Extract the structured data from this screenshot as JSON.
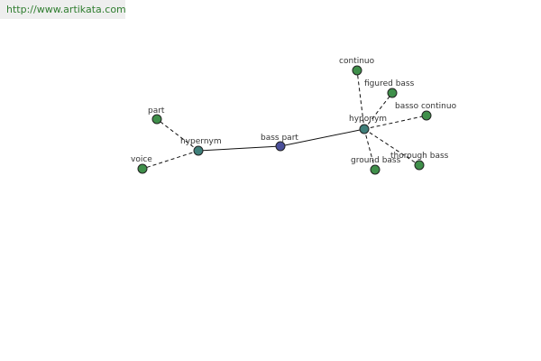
{
  "header": {
    "url": "http://www.artikata.com"
  },
  "colors": {
    "center_node": "#4a4f9a",
    "category_node": "#3f7f7a",
    "leaf_node": "#3f8f4a",
    "edge": "#111111"
  },
  "graph": {
    "nodes": {
      "center": {
        "label": "bass part",
        "kind": "center"
      },
      "hypernym": {
        "label": "hypernym",
        "kind": "category"
      },
      "hyponym": {
        "label": "hyponym",
        "kind": "category"
      },
      "part": {
        "label": "part",
        "kind": "leaf"
      },
      "voice": {
        "label": "voice",
        "kind": "leaf"
      },
      "continuo": {
        "label": "continuo",
        "kind": "leaf"
      },
      "figured_bass": {
        "label": "figured bass",
        "kind": "leaf"
      },
      "basso_continuo": {
        "label": "basso continuo",
        "kind": "leaf"
      },
      "ground_bass": {
        "label": "ground bass",
        "kind": "leaf"
      },
      "thorough_bass": {
        "label": "thorough bass",
        "kind": "leaf"
      }
    },
    "edges": [
      {
        "from": "center",
        "to": "hypernym",
        "style": "solid"
      },
      {
        "from": "center",
        "to": "hyponym",
        "style": "solid"
      },
      {
        "from": "hypernym",
        "to": "part",
        "style": "dashed"
      },
      {
        "from": "hypernym",
        "to": "voice",
        "style": "dashed"
      },
      {
        "from": "hyponym",
        "to": "continuo",
        "style": "dashed"
      },
      {
        "from": "hyponym",
        "to": "figured_bass",
        "style": "dashed"
      },
      {
        "from": "hyponym",
        "to": "basso_continuo",
        "style": "dashed"
      },
      {
        "from": "hyponym",
        "to": "ground_bass",
        "style": "dashed"
      },
      {
        "from": "hyponym",
        "to": "thorough_bass",
        "style": "dashed"
      }
    ]
  }
}
